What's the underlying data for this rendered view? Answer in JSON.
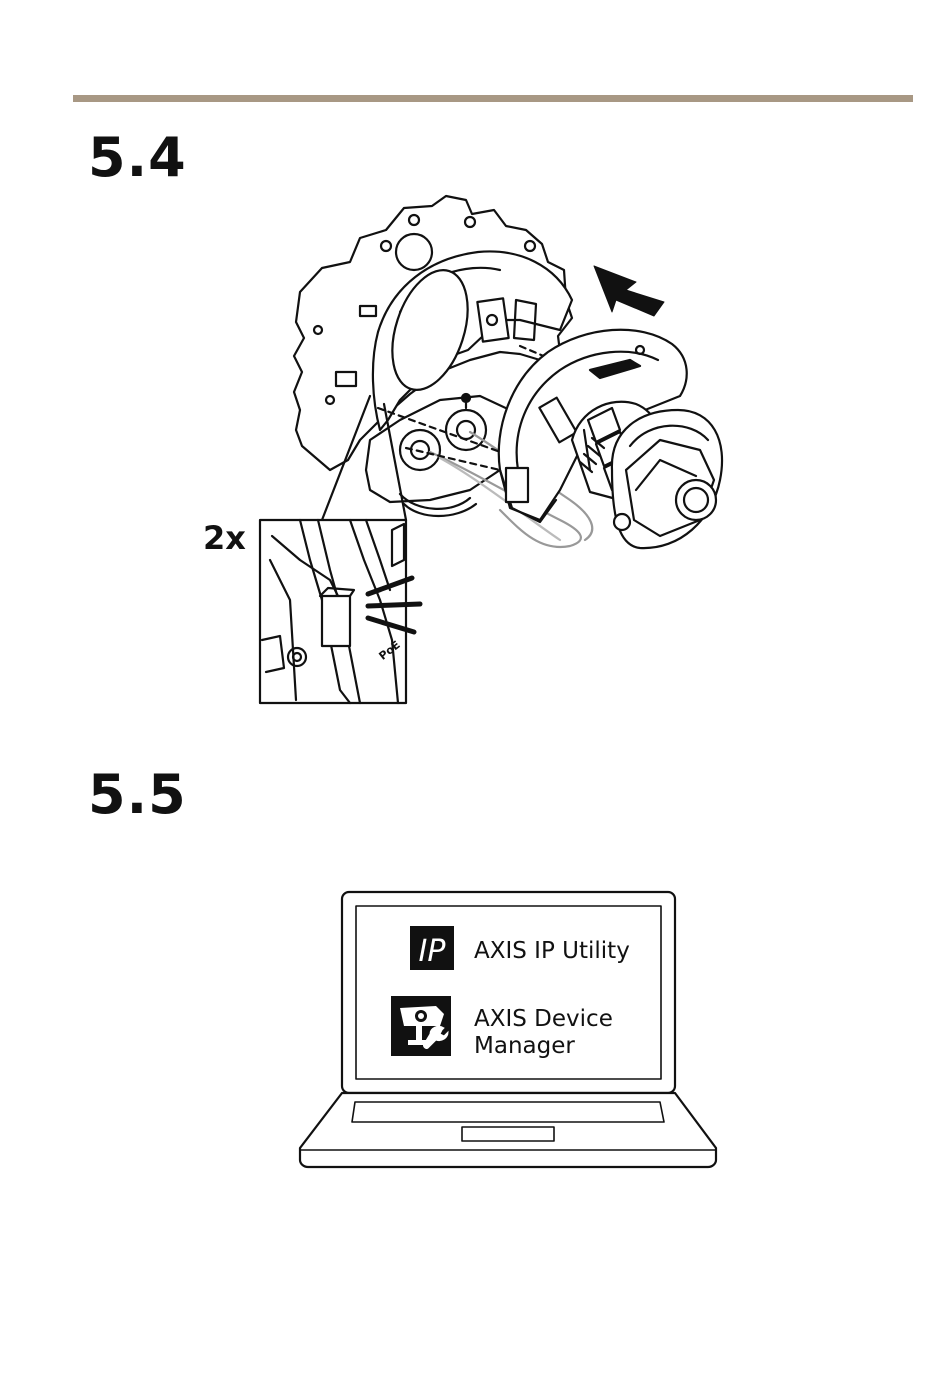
{
  "steps": {
    "mount": {
      "number": "5.4",
      "count_label": "2x",
      "connector_label": "PoE"
    },
    "software": {
      "number": "5.5",
      "apps": [
        {
          "label": "AXIS IP Utility",
          "icon": "ip-utility-icon",
          "icon_text": "IP"
        },
        {
          "label": "AXIS Device Manager",
          "icon": "device-manager-icon"
        }
      ]
    }
  },
  "colors": {
    "rule": "#a89884",
    "ink": "#111111"
  }
}
